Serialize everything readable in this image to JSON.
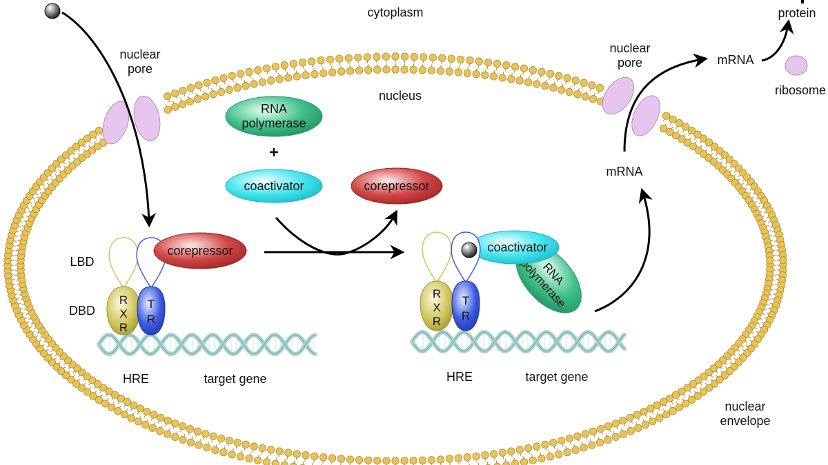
{
  "labels": {
    "cytoplasm": "cytoplasm",
    "nucleus": "nucleus",
    "nuclear_pore_left": [
      "nuclear",
      "pore"
    ],
    "nuclear_pore_right": [
      "nuclear",
      "pore"
    ],
    "nuclear_envelope": [
      "nuclear",
      "envelope"
    ],
    "protein": "protein",
    "ribosome": "ribosome",
    "mrna_cytoplasm": "mRNA",
    "mrna_nucleus": "mRNA",
    "lbd": "LBD",
    "dbd": "DBD",
    "hre_left": "HRE",
    "target_gene_left": "target gene",
    "hre_right": "HRE",
    "target_gene_right": "target gene",
    "plus": "+"
  },
  "molecules": {
    "rna_polymerase_free": [
      "RNA",
      "polymerase"
    ],
    "coactivator_free": "coactivator",
    "corepressor_free": "corepressor",
    "corepressor_bound": "corepressor",
    "coactivator_bound": "coactivator",
    "rna_polymerase_bound": [
      "RNA",
      "polymerase"
    ]
  },
  "receptors": {
    "rxr_letters": [
      "R",
      "X",
      "R"
    ],
    "tr_letters": [
      "T",
      "R"
    ]
  },
  "colors": {
    "membrane_head": "#e8c35a",
    "membrane_head_stroke": "#b08a2a",
    "pore": "#e6c6ee",
    "pore_stroke": "#b58ac4",
    "rna_polymerase": "#3fbf8a",
    "coactivator": "#43e3ee",
    "corepressor": "#d04545",
    "rxr": "#cfc65a",
    "tr": "#3b5ae0",
    "dna": "#a9d3cf",
    "ligand": "#555555"
  }
}
